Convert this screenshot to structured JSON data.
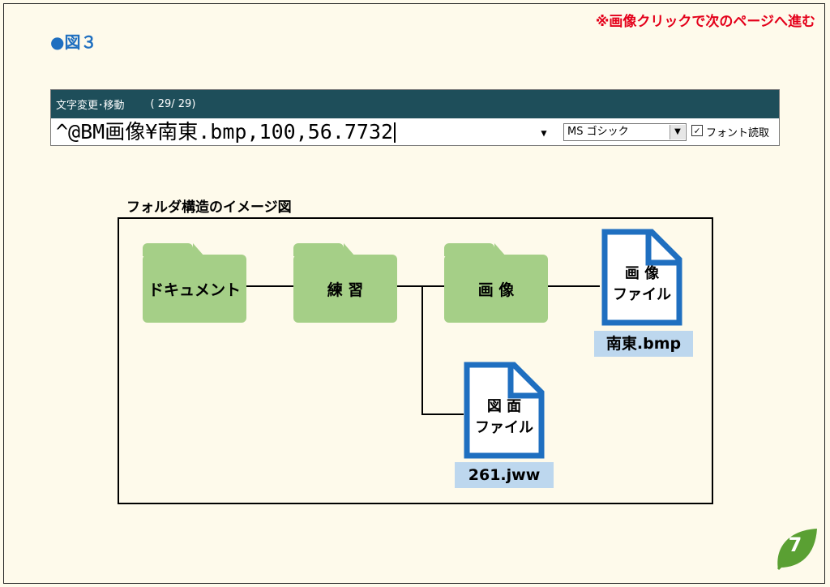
{
  "nav_hint": "※画像クリックで次のページへ進む",
  "figure_title": "●図３",
  "dialog": {
    "title": "文字変更･移動",
    "counter": "( 29/  29)",
    "command_text": "^@BM画像¥南東.bmp,100,56.7732",
    "font_name": "MS ゴシック",
    "font_checked": true,
    "font_checkbox_label": "フォント読取"
  },
  "diagram": {
    "caption": "フォルダ構造のイメージ図",
    "folders": [
      "ドキュメント",
      "練 習",
      "画 像"
    ],
    "files": [
      {
        "line1": "画 像",
        "line2": "ファイル",
        "name": "南東.bmp"
      },
      {
        "line1": "図 面",
        "line2": "ファイル",
        "name": "261.jww"
      }
    ],
    "colors": {
      "folder": "#a5cf87",
      "file_outline": "#1f6fc0",
      "file_name_bg": "#bdd7ee"
    }
  },
  "page_number": "7"
}
